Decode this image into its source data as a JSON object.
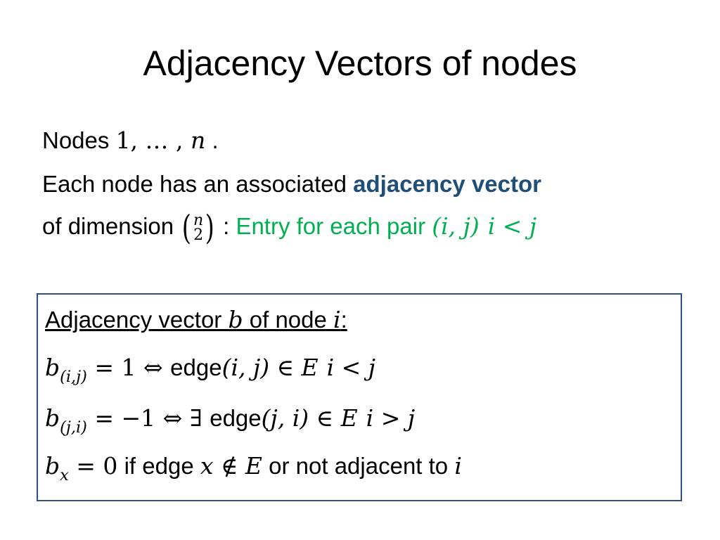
{
  "slide": {
    "title": "Adjacency Vectors of nodes",
    "line1": {
      "text": "Nodes ",
      "math": "1, … , ",
      "n": "n",
      "end": " ."
    },
    "line2": {
      "text": "Each node has an associated ",
      "highlight": "adjacency vector"
    },
    "line3": {
      "text": "of dimension ",
      "binom_top": "n",
      "binom_bottom": "2",
      "colon": " : ",
      "green_text": "Entry for each pair ",
      "pair": "(i, j)",
      "cond": "i < j"
    },
    "box": {
      "heading_a": "Adjacency vector ",
      "heading_b": "b",
      "heading_c": " of node ",
      "heading_d": "i",
      "heading_e": ":",
      "r1": {
        "b": "b",
        "sub": "(i,j)",
        "eq": " = 1  ⇔ ",
        "edge": "edge",
        "args": "(i, j)",
        "in": " ∈ ",
        "E": "E",
        "cond": "i < j"
      },
      "r2": {
        "b": "b",
        "sub": "(j,i)",
        "eq": " = −1  ⇔ ∃  ",
        "edge": "edge",
        "args": "(j, i)",
        "in": " ∈ ",
        "E": "E",
        "cond": "i > j"
      },
      "r3": {
        "b": "b",
        "sub": "x",
        "eq": " = 0",
        "t1": " if edge ",
        "x": "x",
        "notin": " ∉ ",
        "E": "E",
        "t2": " or not adjacent to ",
        "i": "i"
      }
    }
  }
}
